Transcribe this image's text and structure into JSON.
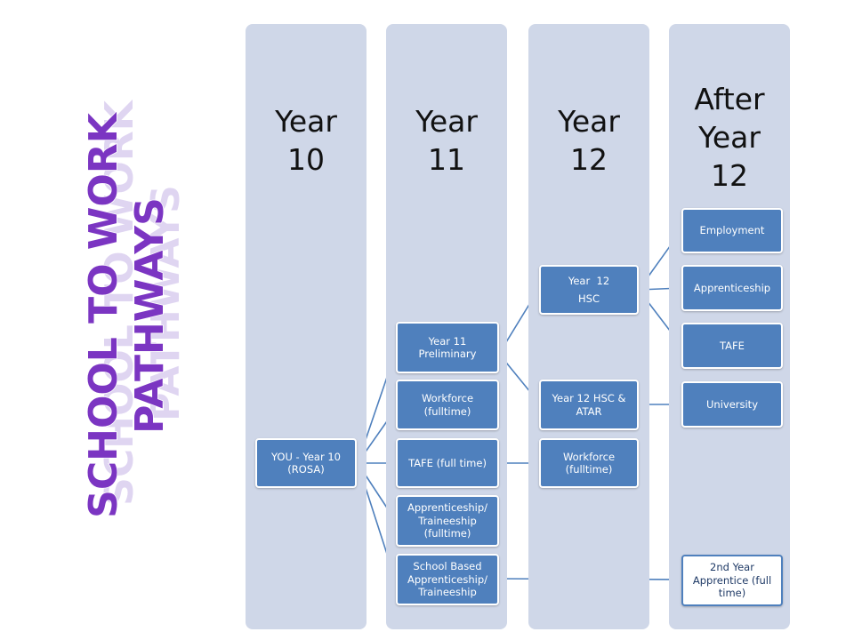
{
  "side_title": [
    "SCHOOL TO WORK",
    "PATHWAYS"
  ],
  "columns": [
    {
      "lines": [
        "Year",
        "10"
      ]
    },
    {
      "lines": [
        "Year",
        "11"
      ]
    },
    {
      "lines": [
        "Year",
        "12"
      ]
    },
    {
      "lines": [
        "After",
        "Year",
        "12"
      ]
    }
  ],
  "nodes": {
    "you": [
      "YOU - Year 10",
      "(ROSA)"
    ],
    "y11_prelim": [
      "Year 11",
      "Preliminary"
    ],
    "workforce_y11": [
      "Workforce",
      "(fulltime)"
    ],
    "tafe_y11": [
      "TAFE (full time)"
    ],
    "apprenticeship_y11": [
      "Apprenticeship/",
      "Traineeship",
      "(fulltime)"
    ],
    "school_based": [
      "School Based",
      "Apprenticeship/",
      "Traineeship"
    ],
    "y12_hsc": [
      "Year  12",
      "HSC"
    ],
    "y12_hsc_atar": [
      "Year 12 HSC &",
      "ATAR"
    ],
    "workforce_y12": [
      "Workforce",
      "(fulltime)"
    ],
    "employment": [
      "Employment"
    ],
    "apprenticeship_after": [
      "Apprenticeship"
    ],
    "tafe_after": [
      "TAFE"
    ],
    "university": [
      "University"
    ],
    "second_year": [
      "2nd Year",
      "Apprentice (full",
      "time)"
    ]
  },
  "colors": {
    "column_bg": "#cfd7e8",
    "node_fill": "#4f80bd",
    "connector": "#4f80bd",
    "title_purple": "#7b35c2"
  }
}
